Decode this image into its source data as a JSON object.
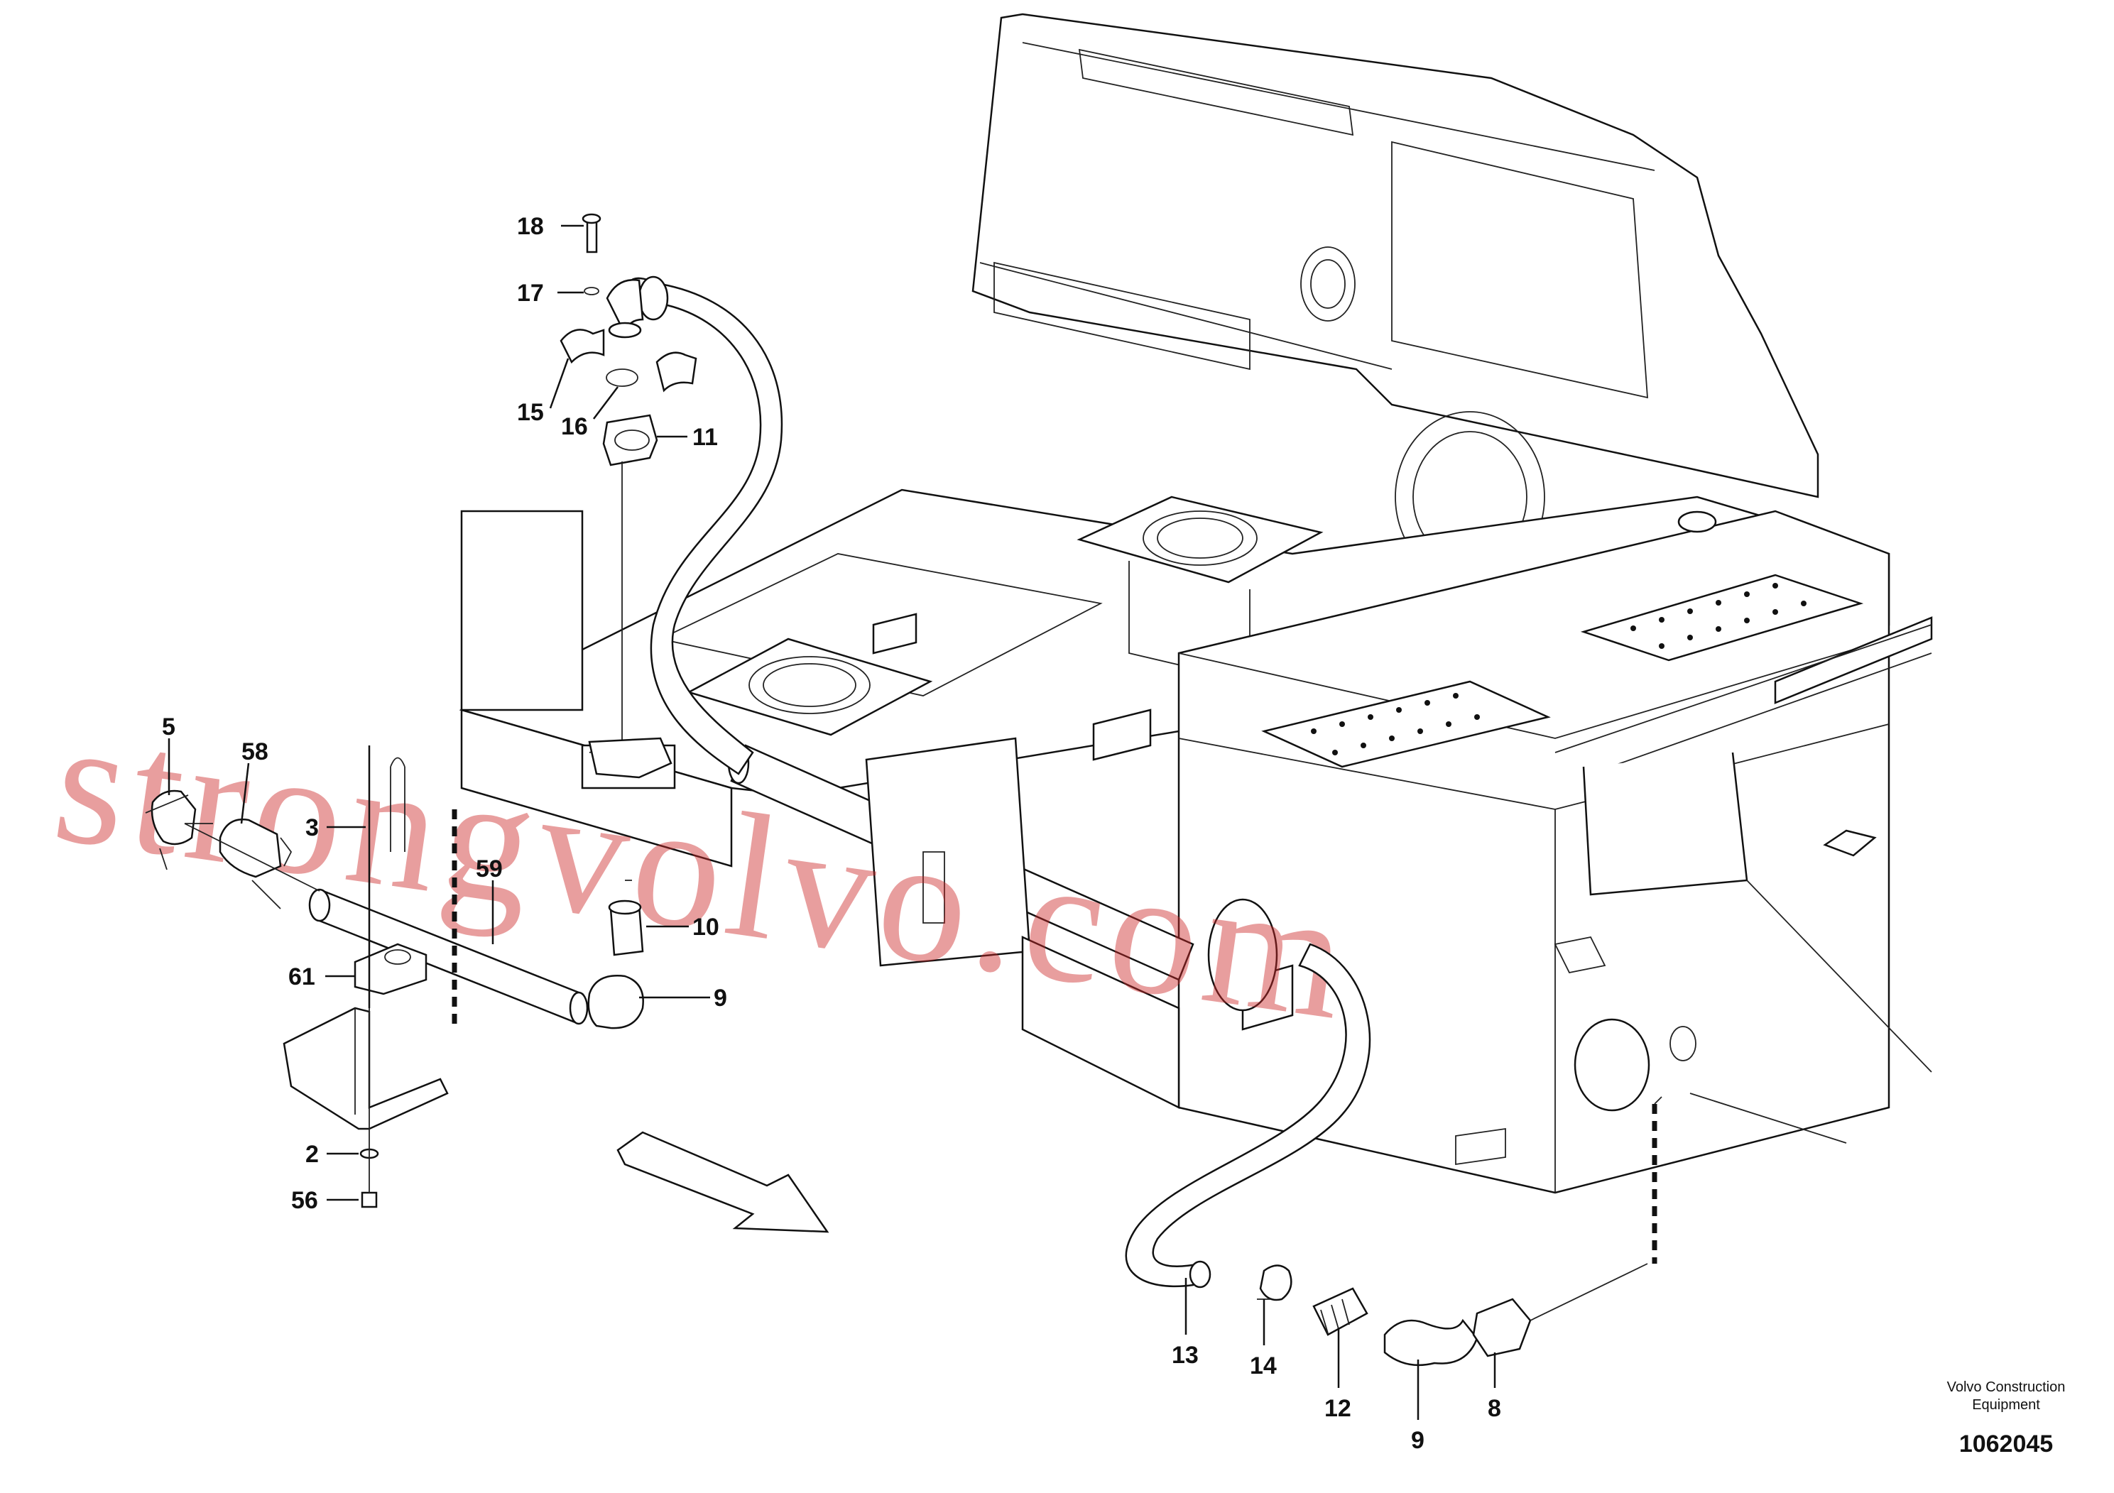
{
  "watermark": "strongvolvo.com",
  "footer": {
    "maker_line1": "Volvo Construction",
    "maker_line2": "Equipment",
    "doc_number": "1062045"
  },
  "callouts": {
    "c18": "18",
    "c17": "17",
    "c15": "15",
    "c16": "16",
    "c11": "11",
    "c5": "5",
    "c58": "58",
    "c3": "3",
    "c59": "59",
    "c10": "10",
    "c61": "61",
    "c9a": "9",
    "c2": "2",
    "c56": "56",
    "c13": "13",
    "c14": "14",
    "c12": "12",
    "c9b": "9",
    "c8": "8"
  }
}
